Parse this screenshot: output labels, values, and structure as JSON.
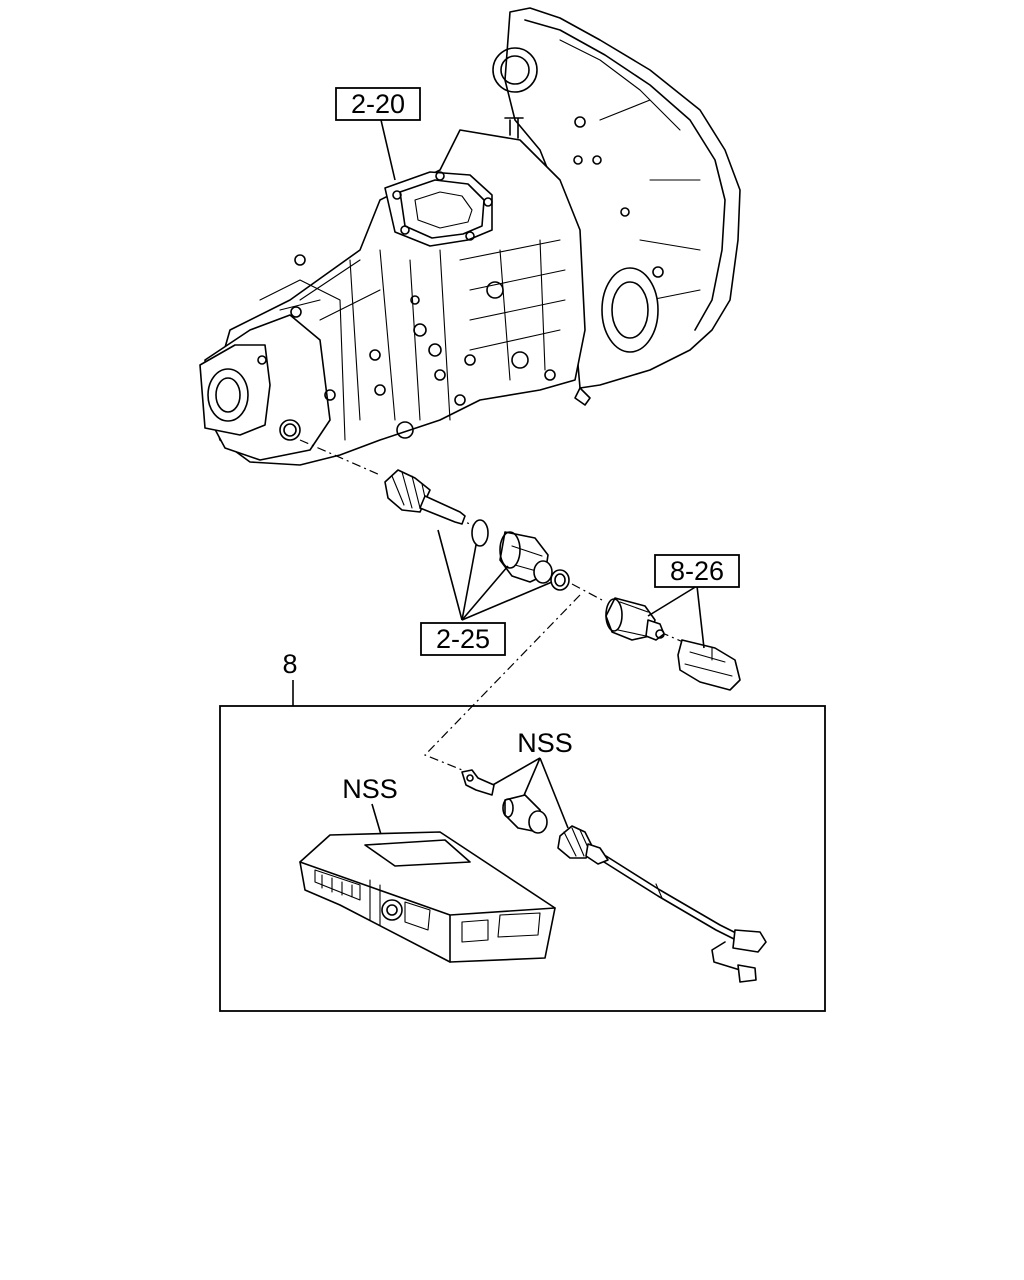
{
  "labels": {
    "ref_2_20": "2-20",
    "ref_2_25": "2-25",
    "ref_8_26": "8-26",
    "item_8": "8",
    "nss_sensor": "NSS",
    "nss_unit": "NSS"
  }
}
